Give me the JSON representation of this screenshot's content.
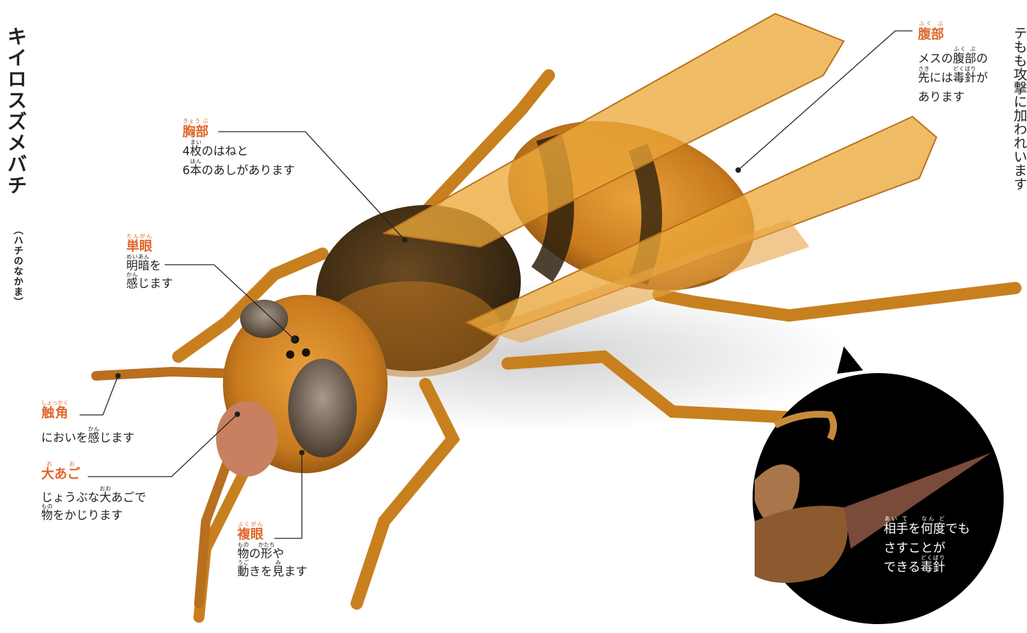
{
  "title": "キイロスズメバチ",
  "subtitle": "（ハチのなかま）",
  "right_edge_text": "テもも攻撃に加われいます",
  "labels": {
    "thorax": {
      "title": "胸部",
      "title_ruby": "きょう ぶ",
      "line1_pre": "4",
      "line1_kanji": "枚",
      "line1_ruby": "まい",
      "line1_post": "のはねと",
      "line2_pre": "6",
      "line2_kanji": "本",
      "line2_ruby": "ほん",
      "line2_post": "のあしがあります"
    },
    "ocelli": {
      "title": "単眼",
      "title_ruby": "たんがん",
      "line1_kanji": "明暗",
      "line1_ruby": "めいあん",
      "line1_post": "を",
      "line2_kanji": "感",
      "line2_ruby": "かん",
      "line2_post": "じます"
    },
    "antenna": {
      "title": "触角",
      "title_ruby": "しょっかく",
      "line1_pre": "においを",
      "line1_kanji": "感",
      "line1_ruby": "かん",
      "line1_post": "じます"
    },
    "mandible": {
      "title": "大あご",
      "title_ruby": "おお",
      "line1_pre": "じょうぶな",
      "line1_kanji": "大",
      "line1_ruby": "おお",
      "line1_post": "あごで",
      "line2_kanji": "物",
      "line2_ruby": "もの",
      "line2_post": "をかじります"
    },
    "compound_eye": {
      "title": "複眼",
      "title_ruby": "ふくがん",
      "line1_kanji": "物",
      "line1_ruby": "もの",
      "line1_mid": "の",
      "line1_kanji2": "形",
      "line1_ruby2": "かたち",
      "line1_post": "や",
      "line2_kanji": "動",
      "line2_ruby": "うご",
      "line2_mid": "きを",
      "line2_kanji2": "見",
      "line2_ruby2": "み",
      "line2_post": "ます"
    },
    "abdomen": {
      "title": "腹部",
      "title_ruby": "ふく ぶ",
      "line1_pre": "メスの",
      "line1_kanji": "腹部",
      "line1_ruby": "ふく ぶ",
      "line1_post": "の",
      "line2_kanji": "先",
      "line2_ruby": "さき",
      "line2_mid": "には",
      "line2_kanji2": "毒針",
      "line2_ruby2": "どくばり",
      "line2_post": "が",
      "line3": "あります"
    }
  },
  "callout": {
    "line1_kanji": "相手",
    "line1_ruby": "あい て",
    "line1_mid": "を",
    "line1_kanji2": "何度",
    "line1_ruby2": "なん ど",
    "line1_post": "でも",
    "line2": "さすことが",
    "line3_pre": "できる",
    "line3_kanji": "毒針",
    "line3_ruby": "どくばり"
  },
  "colors": {
    "accent": "#e0662a",
    "hornet_orange": "#d98a2a",
    "hornet_dark": "#3a2a14",
    "callout_bg": "#000000"
  }
}
